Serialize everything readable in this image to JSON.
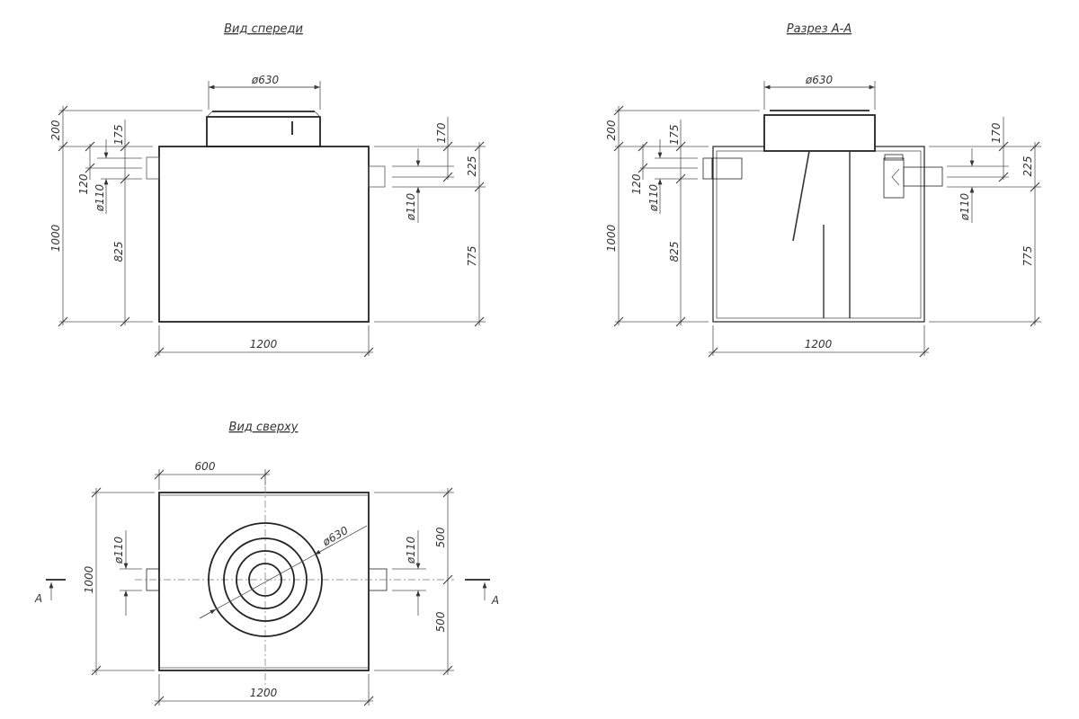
{
  "views": {
    "front": {
      "title": "Вид спереди",
      "dims": {
        "lid_diameter": "ø630",
        "top_height": "200",
        "total_height": "1000",
        "left_top": "175",
        "left_gap": "120",
        "left_pipe": "ø110",
        "left_height": "825",
        "right_top": "170",
        "right_gap": "225",
        "right_pipe": "ø110",
        "right_height": "775",
        "width": "1200"
      }
    },
    "section": {
      "title": "Разрез А-А",
      "dims": {
        "lid_diameter": "ø630",
        "top_height": "200",
        "total_height": "1000",
        "left_top": "175",
        "left_gap": "120",
        "left_pipe": "ø110",
        "left_height": "825",
        "right_top": "170",
        "right_gap": "225",
        "right_pipe": "ø110",
        "right_height": "775",
        "width": "1200"
      }
    },
    "top": {
      "title": "Вид сверху",
      "dims": {
        "center_offset": "600",
        "depth": "1000",
        "left_pipe": "ø110",
        "right_pipe": "ø110",
        "half_top": "500",
        "half_bottom": "500",
        "width": "1200",
        "lid_diameter": "ø630"
      },
      "section_mark_left": "A",
      "section_mark_right": "A"
    }
  }
}
